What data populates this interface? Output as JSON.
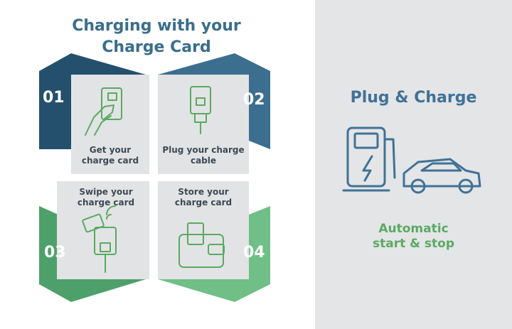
{
  "title": [
    "Charging with your",
    "Charge Card"
  ],
  "steps": [
    {
      "number": "01",
      "label": [
        "Get your",
        "charge card"
      ],
      "icon": "hand-holding-card-icon"
    },
    {
      "number": "02",
      "label": [
        "Plug your charge",
        "cable"
      ],
      "icon": "charging-plug-icon"
    },
    {
      "number": "03",
      "label": [
        "Swipe your",
        "charge card"
      ],
      "icon": "contactless-card-plug-icon"
    },
    {
      "number": "04",
      "label": [
        "Store your",
        "charge card"
      ],
      "icon": "wallet-icon"
    }
  ],
  "plug_charge": {
    "title": "Plug & Charge",
    "caption": [
      "Automatic",
      "start & stop"
    ],
    "icon": "charging-station-car-icon"
  },
  "colors": {
    "blue_dark": "#24506e",
    "blue_mid": "#3c6e90",
    "green_light": "#6fbf86",
    "green_mid": "#4ea06a",
    "title_blue": "#3a6e8c",
    "caption_green": "#5aaa62",
    "card_gray": "#e2e3e5",
    "panel_gray": "#e4e5e7"
  }
}
